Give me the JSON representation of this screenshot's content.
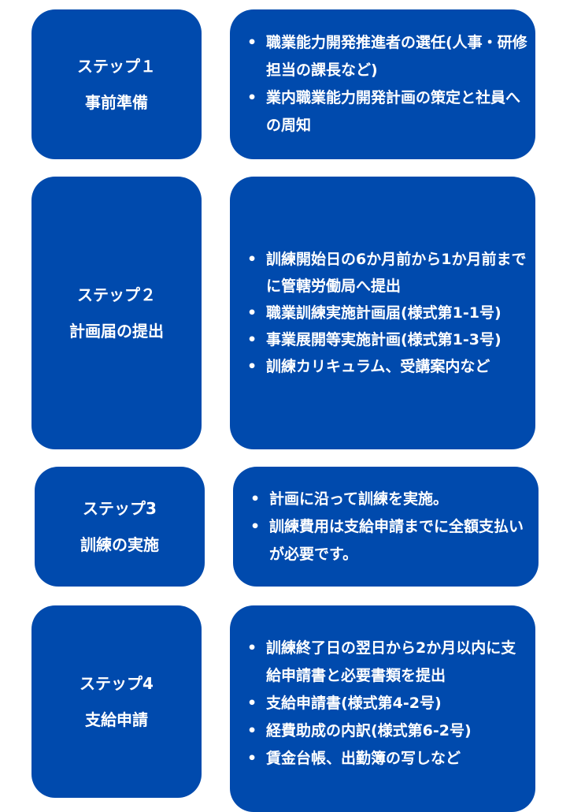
{
  "steps": [
    {
      "title": "ステップ１",
      "subtitle": "事前準備",
      "items": [
        "職業能力開発推進者の選任(人事・研修担当の課長など)",
        "業内職業能力開発計画の策定と社員への周知"
      ]
    },
    {
      "title": "ステップ２",
      "subtitle": "計画届の提出",
      "items": [
        "訓練開始日の6か月前から1か月前までに管轄労働局へ提出",
        "職業訓練実施計画届(様式第1-1号)",
        "事業展開等実施計画(様式第1-3号)",
        "訓練カリキュラム、受講案内など"
      ]
    },
    {
      "title": "ステップ3",
      "subtitle": "訓練の実施",
      "items": [
        "計画に沿って訓練を実施。",
        "訓練費用は支給申請までに全額支払いが必要です。"
      ]
    },
    {
      "title": "ステップ4",
      "subtitle": "支給申請",
      "items": [
        "訓練終了日の翌日から2か月以内に支給申請書と必要書類を提出",
        "支給申請書(様式第4-2号)",
        "経費助成の内訳(様式第6-2号)",
        "賃金台帳、出勤簿の写しなど"
      ]
    }
  ],
  "colors": {
    "box": "#004aad",
    "text": "#ffffff"
  }
}
